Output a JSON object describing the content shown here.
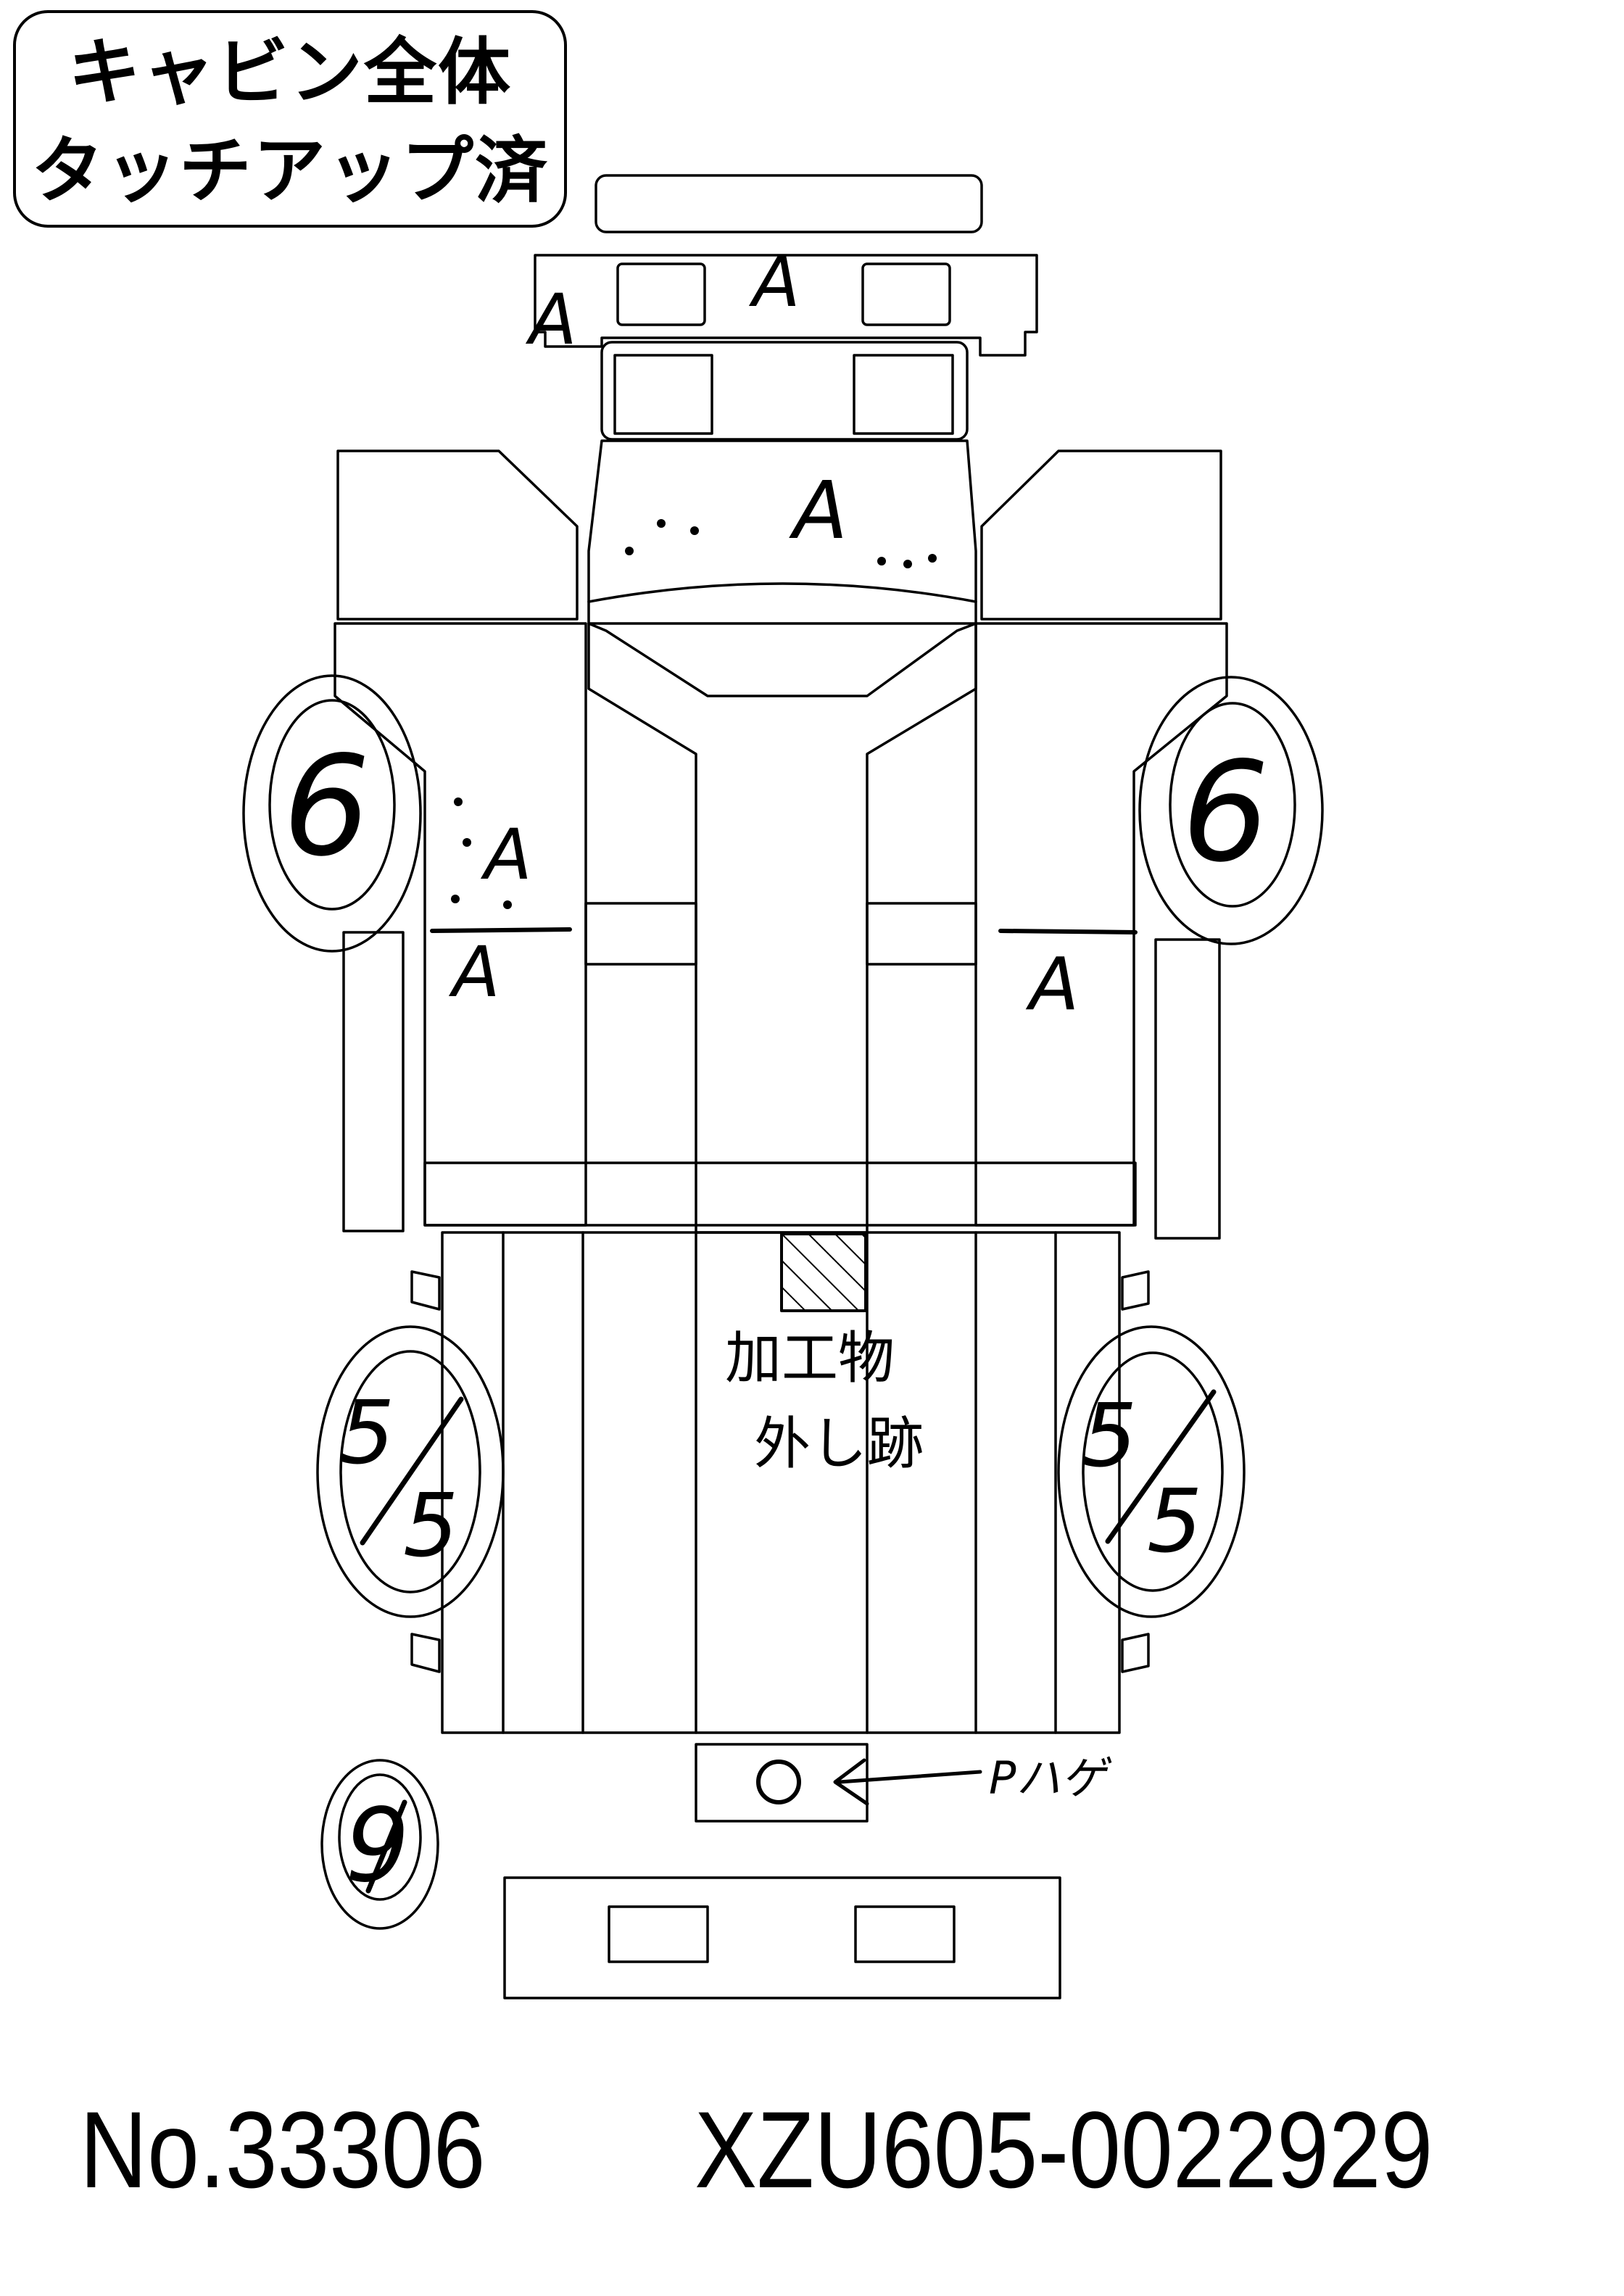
{
  "note": {
    "line1": "キャビン全体",
    "line2": "タッチアップ済"
  },
  "grades": {
    "paint": "A",
    "tire_front_left": "6",
    "tire_front_right": "6",
    "tire_rear_left": "5/5",
    "tire_rear_right": "5/5",
    "spare": "9",
    "tire_front_left_nums": [
      "6"
    ],
    "tire_rear_left_nums": [
      "5",
      "5"
    ],
    "spare_num": "9"
  },
  "remark": {
    "line1": "加工物",
    "line2": "外し跡"
  },
  "hitch": {
    "mark": "O",
    "label": "Pハゲ"
  },
  "footer": {
    "number": "No.33306",
    "vin": "XZU605-0022929"
  }
}
